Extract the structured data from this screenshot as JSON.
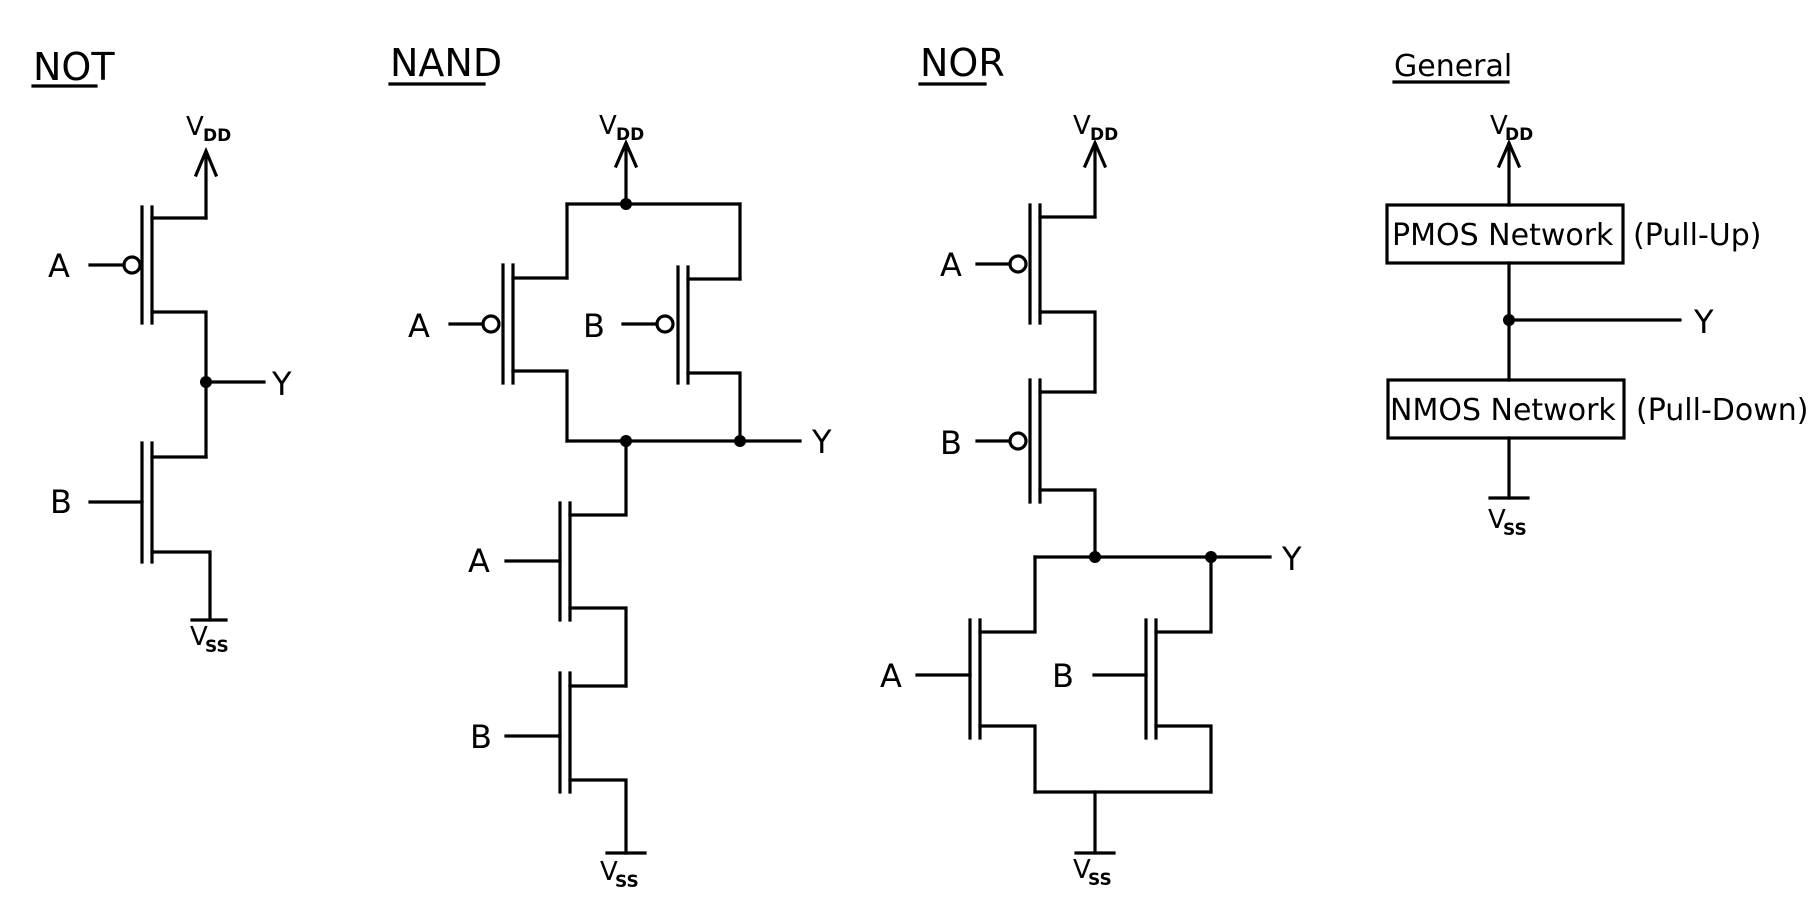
{
  "colors": {
    "ink": "#000000",
    "background": "#ffffff"
  },
  "gates": {
    "not": {
      "title": "NOT",
      "in_a": "A",
      "in_b": "B",
      "out": "Y",
      "vdd": "V",
      "vdd_sub": "DD",
      "vss": "V",
      "vss_sub": "SS"
    },
    "nand": {
      "title": "NAND",
      "in_a": "A",
      "in_b": "B",
      "in_a2": "A",
      "in_b2": "B",
      "out": "Y",
      "vdd": "V",
      "vdd_sub": "DD",
      "vss": "V",
      "vss_sub": "SS"
    },
    "nor": {
      "title": "NOR",
      "in_a": "A",
      "in_b": "B",
      "in_a2": "A",
      "in_b2": "B",
      "out": "Y",
      "vdd": "V",
      "vdd_sub": "DD",
      "vss": "V",
      "vss_sub": "SS"
    },
    "general": {
      "title": "General",
      "pmos_box": "PMOS Network",
      "pmos_note": "(Pull-Up)",
      "nmos_box": "NMOS Network",
      "nmos_note": "(Pull-Down)",
      "out": "Y",
      "vdd": "V",
      "vdd_sub": "DD",
      "vss": "V",
      "vss_sub": "SS"
    }
  }
}
